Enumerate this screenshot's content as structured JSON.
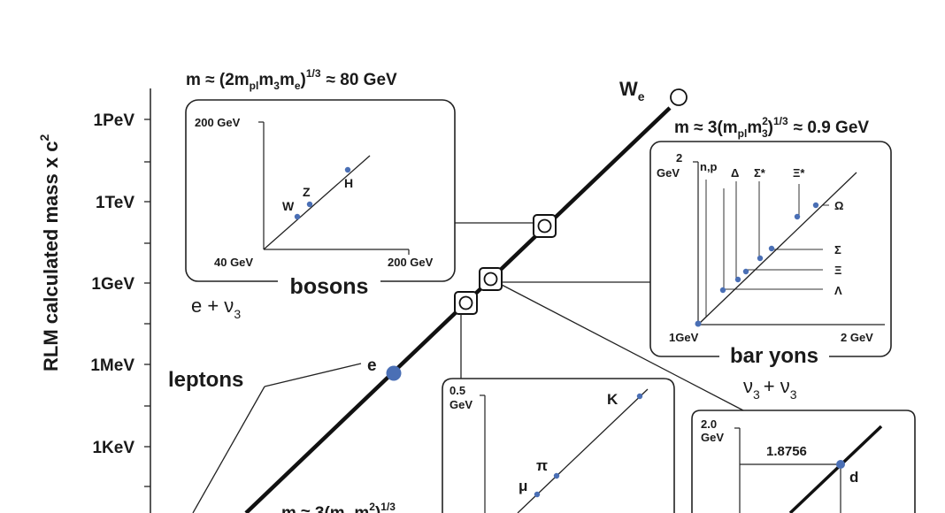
{
  "main_axis": {
    "label": "RLM calculated mass x c",
    "label_sup": "2",
    "ticks": [
      "1PeV",
      "1TeV",
      "1GeV",
      "1MeV",
      "1KeV"
    ]
  },
  "top_formula": {
    "main": "m ≈ (2m",
    "sub_pl": "pl",
    "mid1": "m",
    "sub_3": "3",
    "mid2": "m",
    "sub_e": "e",
    "close": ")",
    "power": "1/3",
    "result": "≈ 80 GeV"
  },
  "we_label": {
    "main": "W",
    "sub": "e"
  },
  "bosons": {
    "y_top": "200 GeV",
    "x_left": "40 GeV",
    "x_right": "200 GeV",
    "points": [
      "W",
      "Z",
      "H"
    ],
    "title": "bosons",
    "combo_main": "e + ν",
    "combo_sub": "3"
  },
  "baryons_formula": {
    "main": "m ≈ 3(m",
    "sub_pl": "pl",
    "mid": "m",
    "sup2": "2",
    "sub3": "3",
    "close": ")",
    "power": "1/3",
    "result": "≈ 0.9 GeV"
  },
  "baryons": {
    "y_top_val": "2",
    "y_top_unit": "GeV",
    "top_labels": [
      "n,p",
      "Δ",
      "Σ*",
      "Ξ*"
    ],
    "right_labels": [
      "Ω",
      "Σ",
      "Ξ",
      "Λ"
    ],
    "x_left": "1GeV",
    "x_right": "2 GeV",
    "title": "bar yons",
    "combo_nu": "ν",
    "combo_sub1": "3",
    "combo_plus": "+ ν",
    "combo_sub2": "3"
  },
  "leptons": {
    "title": "leptons",
    "point": "e"
  },
  "mesons": {
    "y_top_val": "0.5",
    "y_top_unit": "GeV",
    "points": [
      "K",
      "π",
      "μ"
    ]
  },
  "deuteron": {
    "y_top_val": "2.0",
    "y_top_unit": "GeV",
    "value": "1.8756",
    "point": "d"
  },
  "bottom_formula": {
    "main": "m ≈ 3(m",
    "sub": "pl",
    "mid": "m",
    "sup2": "2",
    "close": ")",
    "power": "1/3"
  },
  "colors": {
    "point": "#4a6fb5",
    "line": "#111111"
  }
}
